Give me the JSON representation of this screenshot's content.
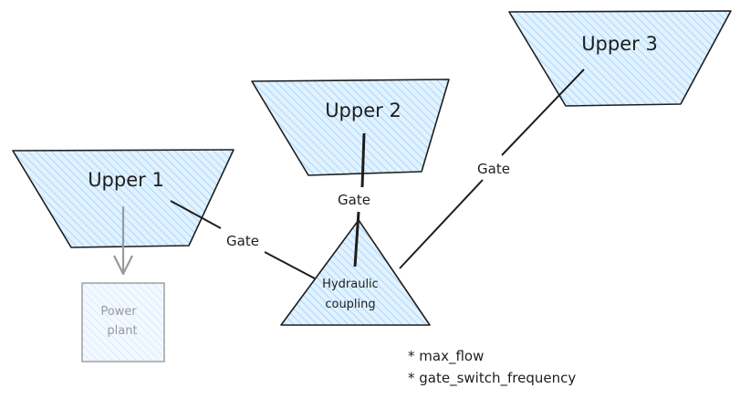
{
  "diagram": {
    "colors": {
      "fill": "#a5d8ff",
      "stroke": "#1e1e1e",
      "muted_stroke": "#9a9a9a",
      "background": "#ffffff"
    },
    "nodes": {
      "upper1": {
        "label": "Upper 1",
        "shape": "trapezoid"
      },
      "upper2": {
        "label": "Upper 2",
        "shape": "trapezoid"
      },
      "upper3": {
        "label": "Upper 3",
        "shape": "trapezoid"
      },
      "coupling": {
        "label_line1": "Hydraulic",
        "label_line2": "coupling",
        "shape": "triangle"
      },
      "power_plant": {
        "label_line1": "Power",
        "label_line2": "plant",
        "shape": "square",
        "style": "faded"
      }
    },
    "edges": [
      {
        "from": "upper1",
        "to": "coupling",
        "label": "Gate"
      },
      {
        "from": "upper2",
        "to": "coupling",
        "label": "Gate"
      },
      {
        "from": "upper3",
        "to": "coupling",
        "label": "Gate"
      },
      {
        "from": "upper1",
        "to": "power_plant",
        "label": "",
        "style": "arrow-faded"
      }
    ],
    "notes": [
      "* max_flow",
      "* gate_switch_frequency"
    ]
  }
}
